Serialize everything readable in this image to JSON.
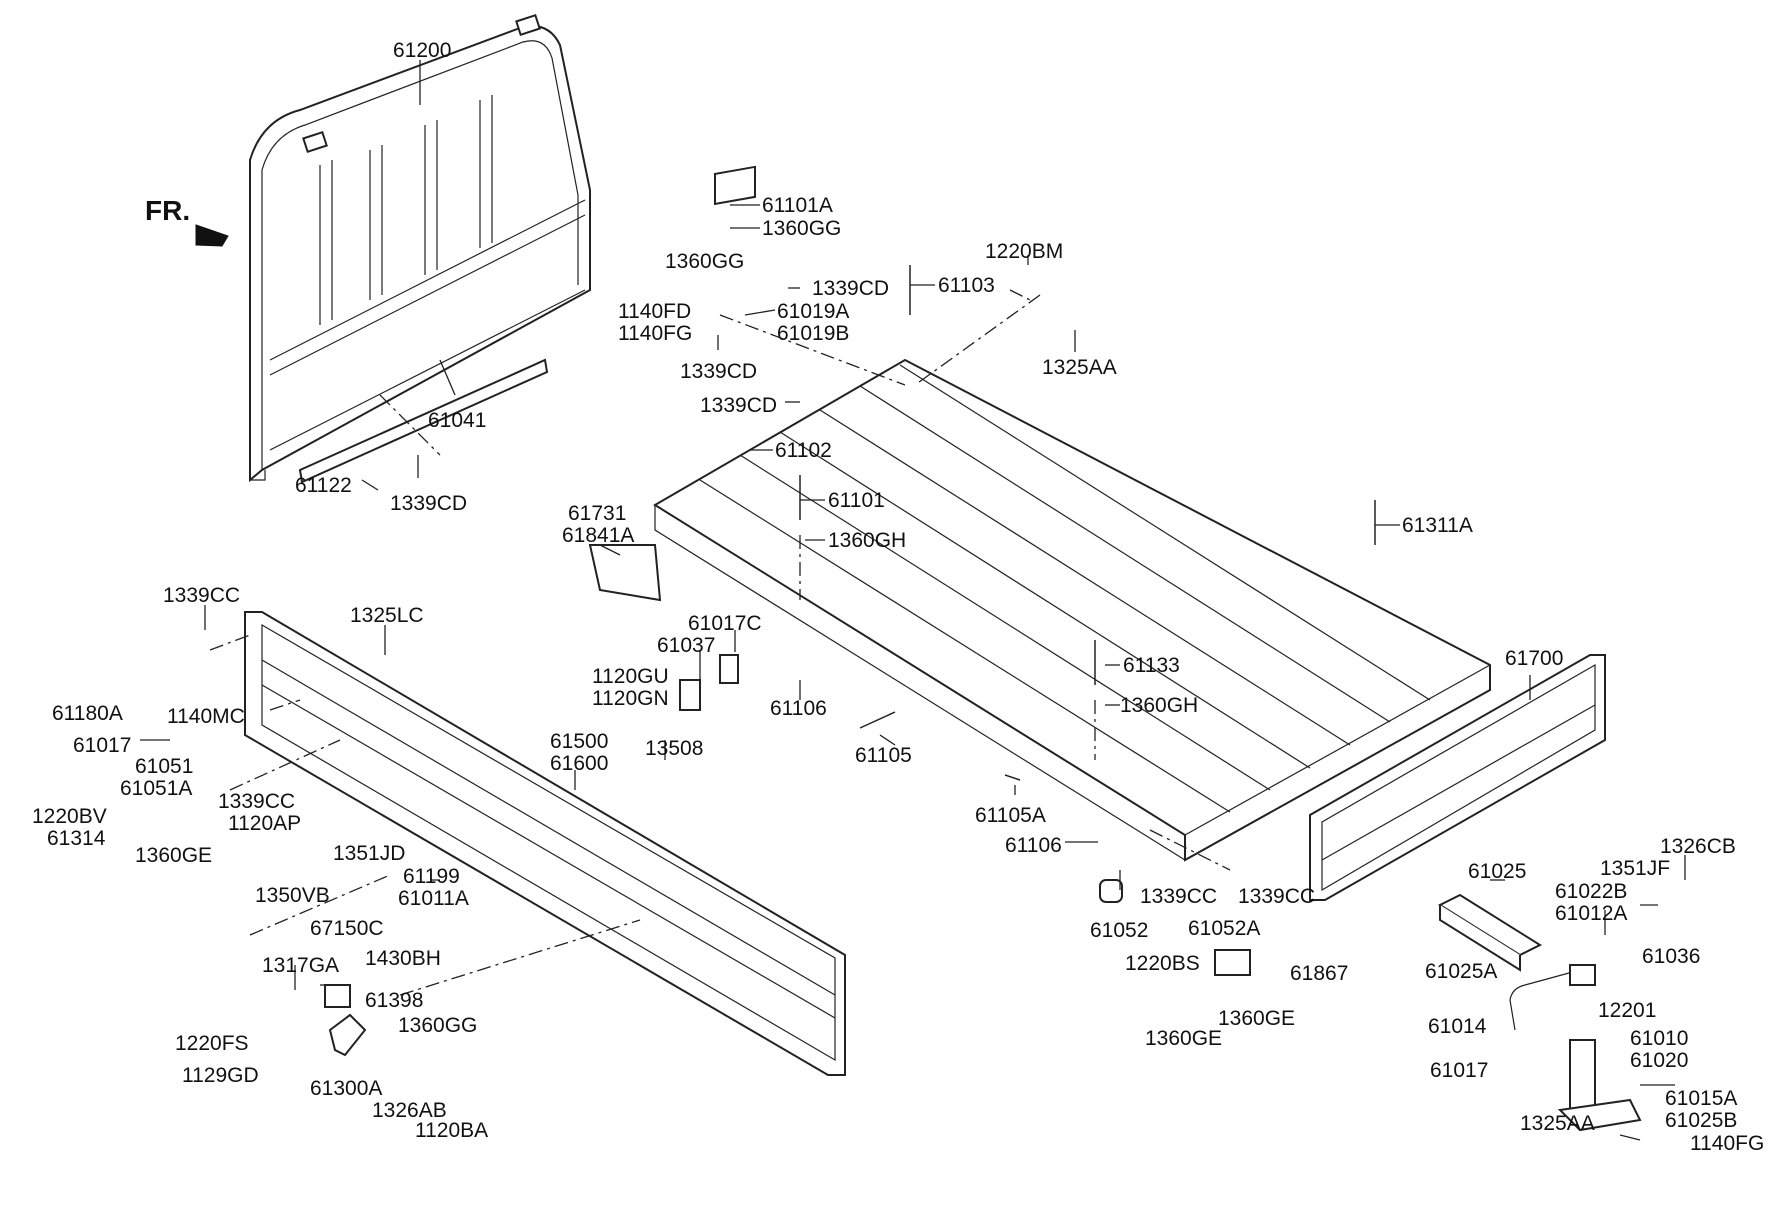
{
  "direction_label": "FR.",
  "labels": {
    "p61200": "61200",
    "p61041": "61041",
    "p61122": "61122",
    "p1339CD_a": "1339CD",
    "p61101A": "61101A",
    "p1360GG_a": "1360GG",
    "p1360GG_b": "1360GG",
    "p1339CD_b": "1339CD",
    "p1140FD": "1140FD",
    "p1140FG_a": "1140FG",
    "p61019A": "61019A",
    "p61019B": "61019B",
    "p1339CD_c": "1339CD",
    "p1339CD_d": "1339CD",
    "p61103": "61103",
    "p1220BM": "1220BM",
    "p1325AA_a": "1325AA",
    "p61102": "61102",
    "p61101": "61101",
    "p1360GH_a": "1360GH",
    "p61731": "61731",
    "p61841A": "61841A",
    "p61311A": "61311A",
    "p61017C": "61017C",
    "p61037": "61037",
    "p1120GU": "1120GU",
    "p1120GN": "1120GN",
    "p13508": "13508",
    "p61106_a": "61106",
    "p61105": "61105",
    "p61133": "61133",
    "p1360GH_b": "1360GH",
    "p61105A": "61105A",
    "p61106_b": "61106",
    "p1339CC_a": "1339CC",
    "p1325LC": "1325LC",
    "p61180A": "61180A",
    "p1140MC": "1140MC",
    "p61017_a": "61017",
    "p61051": "61051",
    "p61051A": "61051A",
    "p1339CC_b": "1339CC",
    "p1220BV": "1220BV",
    "p61314": "61314",
    "p1120AP": "1120AP",
    "p1360GE_a": "1360GE",
    "p61500": "61500",
    "p61600": "61600",
    "p1351JD": "1351JD",
    "p61199": "61199",
    "p61011A": "61011A",
    "p1350VB": "1350VB",
    "p67150C": "67150C",
    "p1430BH": "1430BH",
    "p1317GA": "1317GA",
    "p61398": "61398",
    "p1220FS": "1220FS",
    "p1360GG_c": "1360GG",
    "p1129GD": "1129GD",
    "p61300A": "61300A",
    "p1326AB": "1326AB",
    "p1120BA": "1120BA",
    "p61700": "61700",
    "p61025": "61025",
    "p1326CB": "1326CB",
    "p61022B": "61022B",
    "p61012A": "61012A",
    "p1351JF": "1351JF",
    "p61036": "61036",
    "p61025A": "61025A",
    "p12201": "12201",
    "p61014": "61014",
    "p61010": "61010",
    "p61020": "61020",
    "p61017_b": "61017",
    "p61015A": "61015A",
    "p61025B": "61025B",
    "p1325AA_b": "1325AA",
    "p1140FG_b": "1140FG",
    "p61052": "61052",
    "p1339CC_c": "1339CC",
    "p1339CC_d": "1339CC",
    "p61052A": "61052A",
    "p1220BS": "1220BS",
    "p61867": "61867",
    "p1360GE_b": "1360GE",
    "p1360GE_c": "1360GE"
  }
}
